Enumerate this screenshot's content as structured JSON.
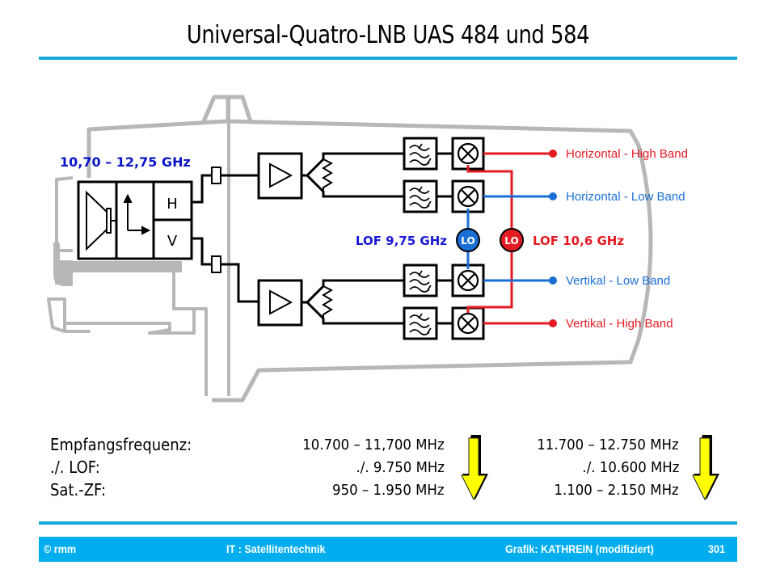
{
  "slide": {
    "title": "Universal-Quatro-LNB UAS 484 und 584"
  },
  "diagram": {
    "input_band_label": "10,70 – 12,75 GHz",
    "polarizer": {
      "h_label": "H",
      "v_label": "V"
    },
    "lo_low": {
      "badge": "LO",
      "label": "LOF 9,75 GHz",
      "color": "#1a6fd6"
    },
    "lo_high": {
      "badge": "LO",
      "label": "LOF 10,6 GHz",
      "color": "#e41b23"
    },
    "outputs": [
      {
        "label": "Horizontal - High Band",
        "color": "#e41b23"
      },
      {
        "label": "Horizontal - Low Band",
        "color": "#1a6fd6"
      },
      {
        "label": "Vertikal - Low Band",
        "color": "#1a6fd6"
      },
      {
        "label": "Vertikal - High Band",
        "color": "#e41b23"
      }
    ],
    "colors": {
      "housing": "#b7b7b7",
      "lines": "#000000",
      "low_band": "#1a6fd6",
      "high_band": "#e41b23",
      "input_label": "#0a14c8"
    }
  },
  "freq_table": {
    "row_labels": [
      "Empfangsfrequenz:",
      "./. LOF:",
      "Sat.-ZF:"
    ],
    "low_band": [
      "10.700 – 11,700 MHz",
      "./.   9.750 MHz",
      "950 – 1.950 MHz"
    ],
    "high_band": [
      "11.700 – 12.750 MHz",
      "./.  10.600 MHz",
      "1.100 – 2.150 MHz"
    ],
    "arrow_color": "#ffff00"
  },
  "footer": {
    "copyright": "© rmm",
    "course": "IT : Satellitentechnik",
    "credit": "Grafik: KATHREIN (modifiziert)",
    "page_number": "301"
  }
}
